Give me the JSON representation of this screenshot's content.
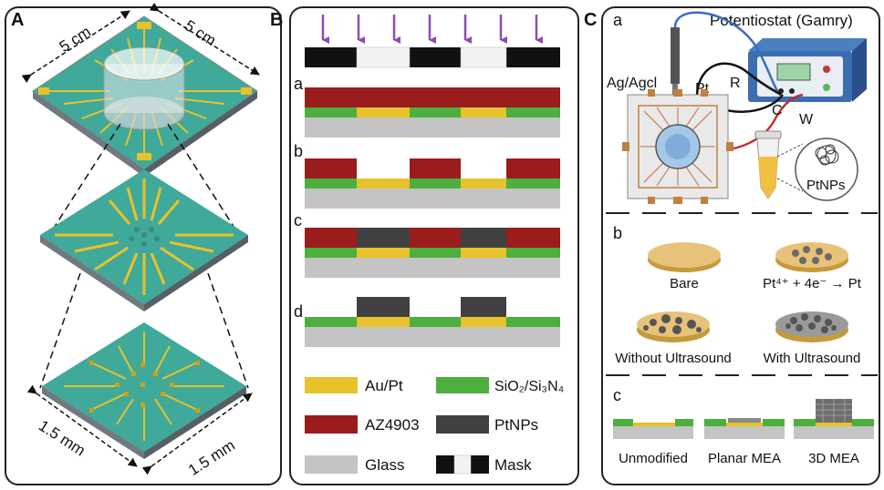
{
  "panels": {
    "a": {
      "letter": "A",
      "dim_top_left": "5 cm",
      "dim_top_right": "5 cm",
      "dim_bottom_left": "1.5 mm",
      "dim_bottom_right": "1.5 mm"
    },
    "b": {
      "letter": "B",
      "steps": [
        "a",
        "b",
        "c",
        "d"
      ],
      "legend": [
        {
          "label": "Au/Pt",
          "color": "#e8c22a"
        },
        {
          "label": "SiO₂/Si₃N₄",
          "color": "#4caf3e"
        },
        {
          "label": "AZ4903",
          "color": "#9b1c1c"
        },
        {
          "label": "PtNPs",
          "color": "#404040"
        },
        {
          "label": "Glass",
          "color": "#c4c4c4"
        },
        {
          "label": "Mask",
          "color": "#111111"
        }
      ]
    },
    "c": {
      "letter": "C",
      "sub_a": {
        "letter": "a",
        "potentiostat": "Potentiostat (Gamry)",
        "ref_electrode": "Ag/Agcl",
        "counter_electrode": "Pt",
        "lead_r": "R",
        "lead_c": "C",
        "lead_w": "W",
        "nanoparticles": "PtNPs"
      },
      "sub_b": {
        "letter": "b",
        "bare": "Bare",
        "reaction": "Pt⁴⁺ + 4e⁻ → Pt",
        "without_us": "Without Ultrasound",
        "with_us": "With Ultrasound"
      },
      "sub_c": {
        "letter": "c",
        "unmodified": "Unmodified",
        "planar": "Planar MEA",
        "three_d": "3D MEA"
      }
    }
  },
  "colors": {
    "teal": "#3fa99a",
    "gold": "#e8c22a",
    "green": "#4caf3e",
    "red": "#9b1c1c",
    "dark": "#404040",
    "glass": "#c4c4c4",
    "purple": "#8a4db5"
  }
}
